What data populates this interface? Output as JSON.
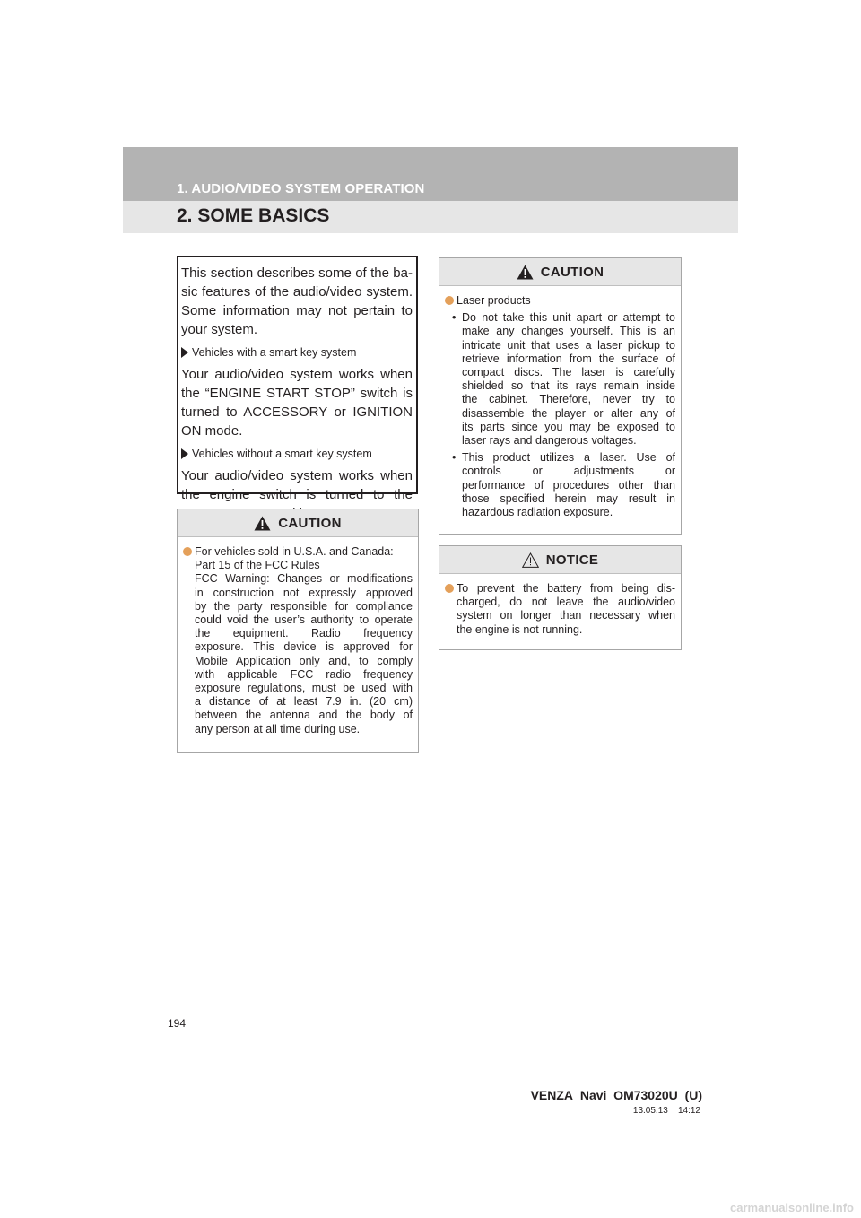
{
  "header": {
    "section": "1. AUDIO/VIDEO SYSTEM OPERATION",
    "title": "2. SOME BASICS"
  },
  "intro": {
    "para1": [
      "This section describes some of the ba-",
      "sic features of the audio/video system.",
      "Some information may not pertain to",
      "your system."
    ],
    "bullet1": "Vehicles with a smart key system",
    "para2": [
      "Your audio/video system works when",
      "the “ENGINE START STOP” switch is",
      "turned to ACCESSORY or IGNITION",
      "ON mode."
    ],
    "bullet2": "Vehicles without a smart key system",
    "para3": [
      "Your audio/video system works when",
      "the engine switch is turned to the",
      "“ACC” or “ON” position."
    ]
  },
  "caution_fcc": {
    "heading": "CAUTION",
    "lines": [
      "For vehicles sold in U.S.A. and Canada:",
      "Part 15 of the FCC Rules",
      "FCC Warning: Changes or modifications",
      "in construction not expressly approved",
      "by the party responsible for compliance",
      "could void the user’s authority to operate",
      "the equipment. Radio frequency",
      "exposure. This device is approved for",
      "Mobile Application only and, to comply",
      "with applicable FCC radio frequency",
      "exposure regulations, must be used with",
      "a distance of at least 7.9 in. (20 cm)",
      "between the antenna and the body of",
      "any person at all time during use."
    ]
  },
  "caution_laser": {
    "heading": "CAUTION",
    "item": "Laser products",
    "sub1": [
      "Do not take this unit apart or attempt to",
      "make any changes yourself. This is an",
      "intricate unit that uses a laser pickup to",
      "retrieve information from the surface of",
      "compact discs. The laser is carefully",
      "shielded so that its rays remain inside",
      "the cabinet. Therefore, never try to",
      "disassemble the player or alter any of",
      "its parts since you may be exposed to",
      "laser rays and dangerous voltages."
    ],
    "sub2": [
      "This product utilizes a laser. Use of",
      "controls or adjustments or",
      "performance of procedures other than",
      "those specified herein may result in",
      "hazardous radiation exposure."
    ]
  },
  "notice": {
    "heading": "NOTICE",
    "lines": [
      "To prevent the battery from being dis-",
      "charged, do not leave the audio/video",
      "system on longer than necessary when",
      "the engine is not running."
    ]
  },
  "footer": {
    "page_number": "194",
    "doc_code": "VENZA_Navi_OM73020U_(U)",
    "date": "13.05.13",
    "time": "14:12",
    "watermark": "carmanualsonline.info"
  },
  "colors": {
    "header_bar": "#b3b3b3",
    "title_bar": "#e6e6e6",
    "bullet_dot": "#e4a05a"
  }
}
